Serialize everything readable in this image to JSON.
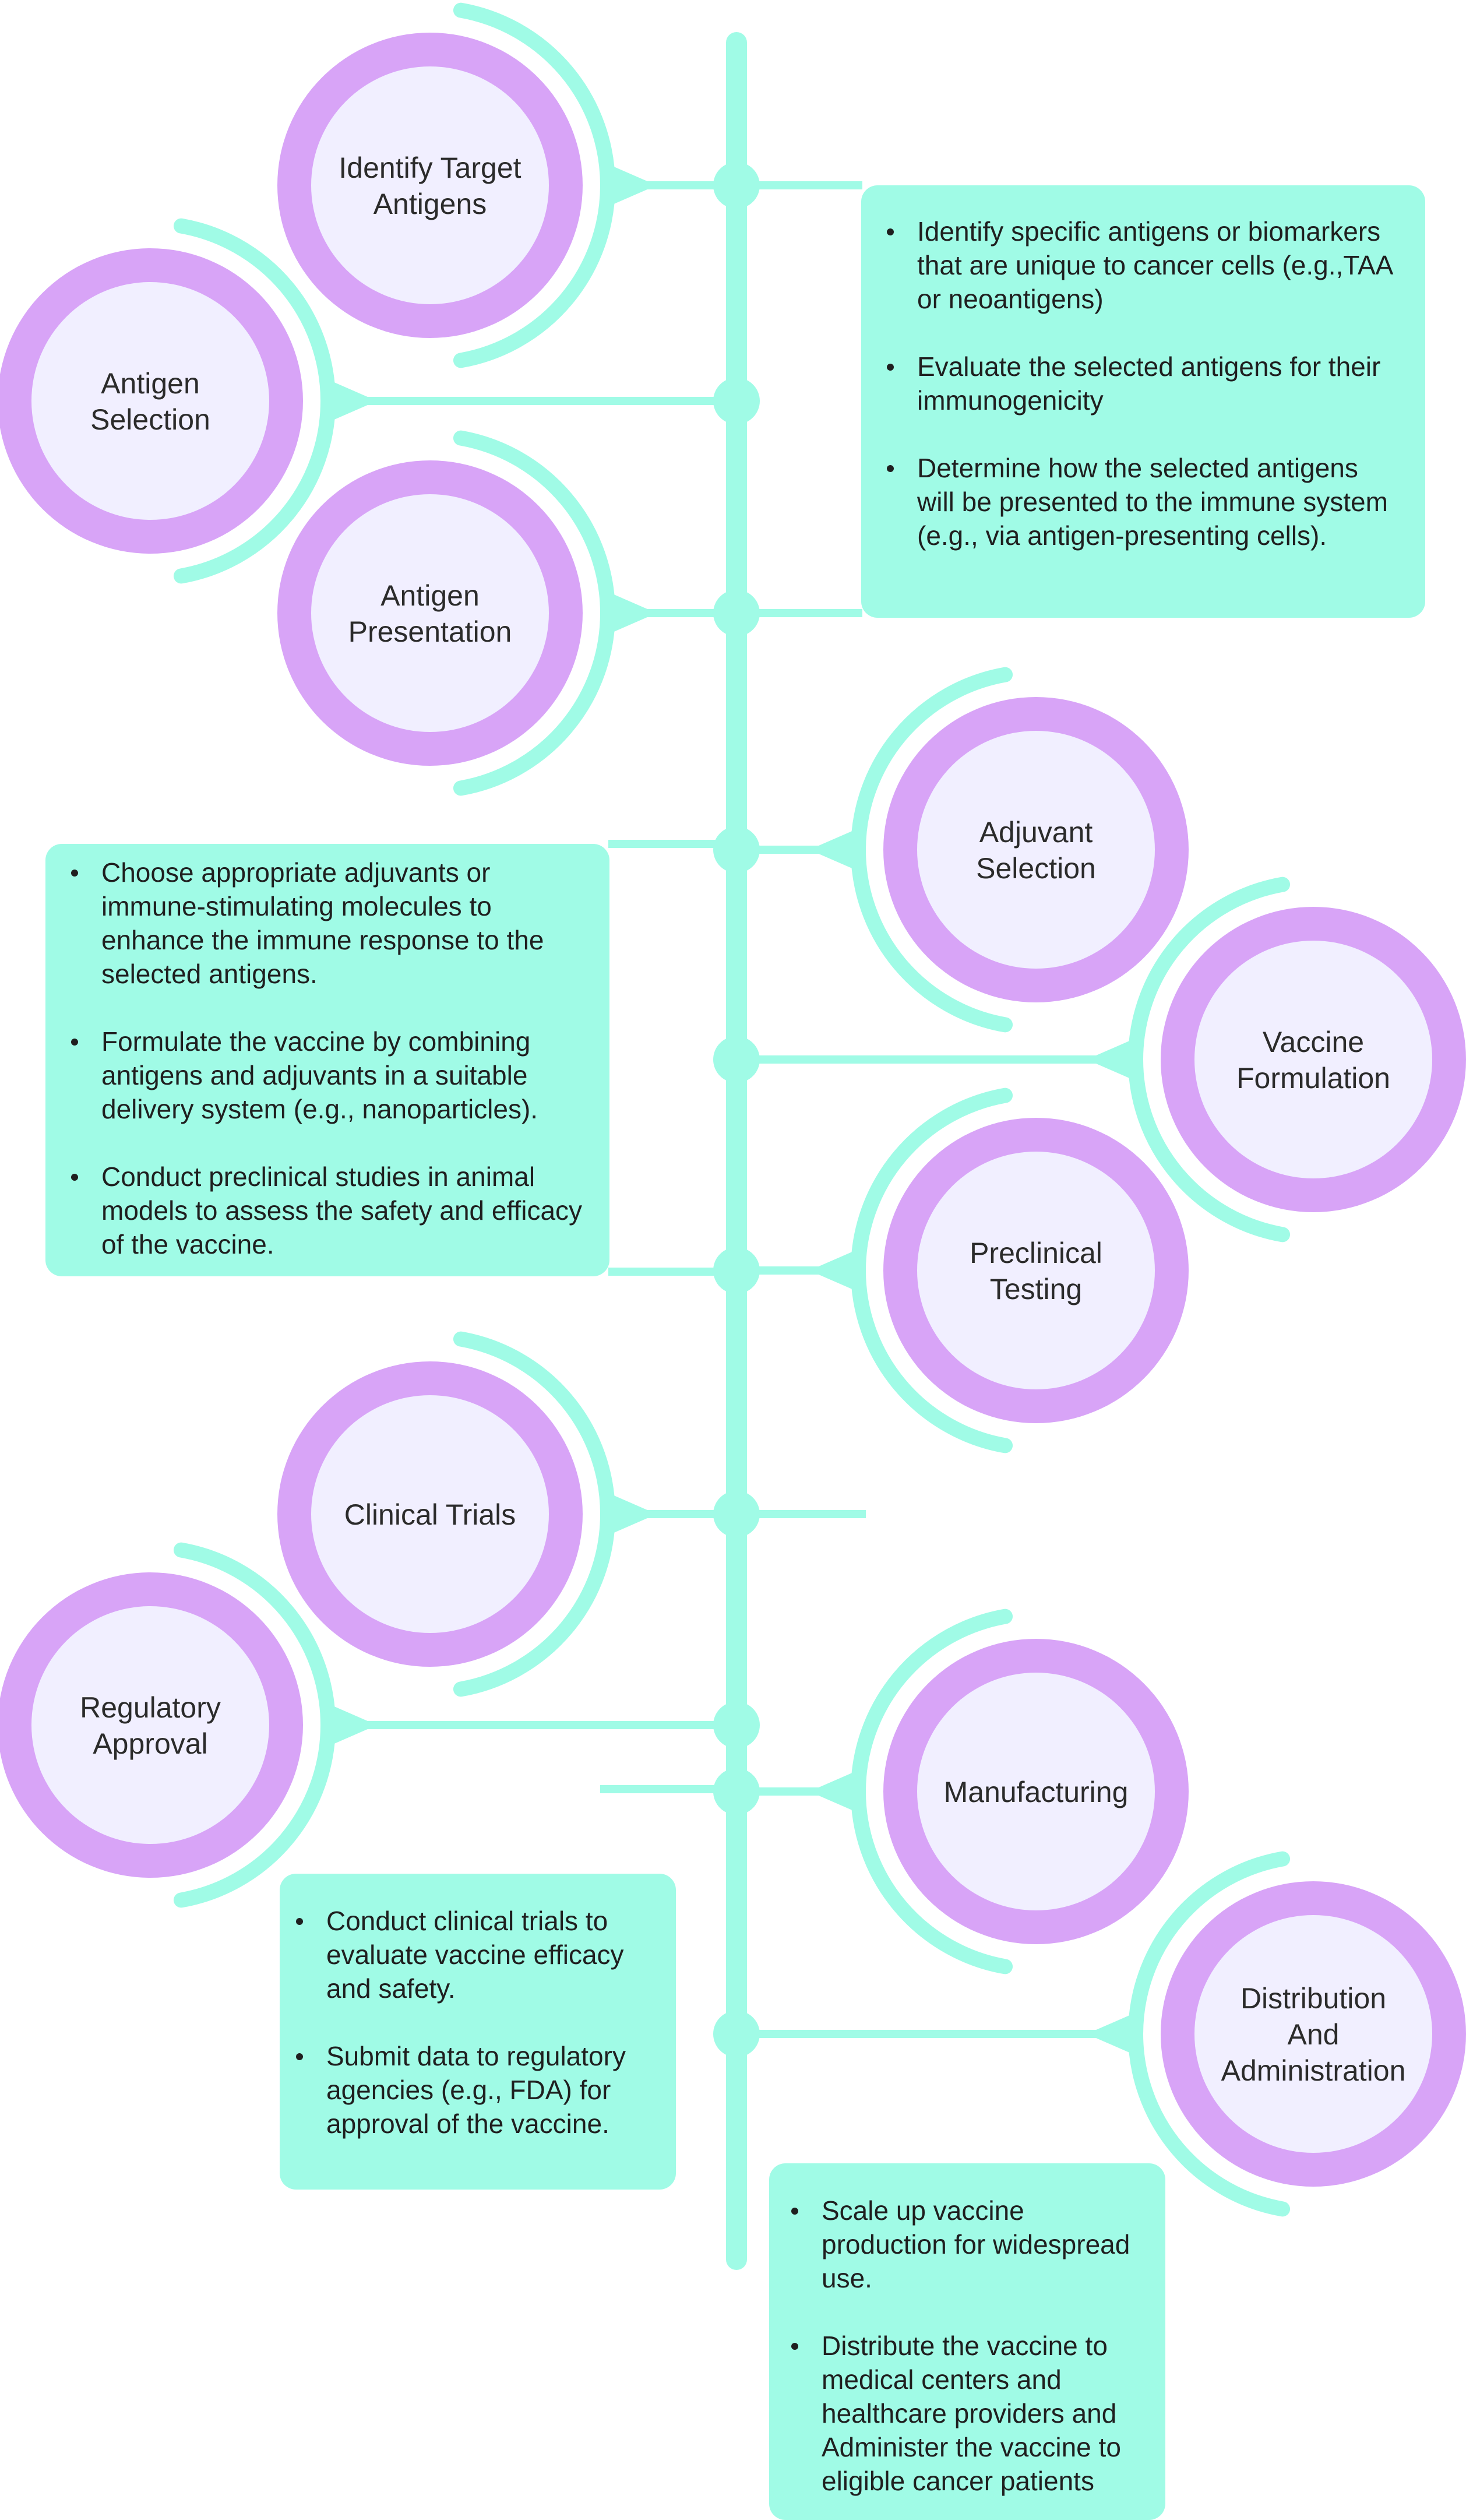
{
  "colors": {
    "spine": "#a0fbe6",
    "ring_outer": "#d8a4f7",
    "ring_inner": "#f1efff",
    "text": "#2b2b2b"
  },
  "steps": [
    {
      "id": "identify-target-antigens",
      "label": [
        "Identify Target",
        "Antigens"
      ]
    },
    {
      "id": "antigen-selection",
      "label": [
        "Antigen",
        "Selection"
      ]
    },
    {
      "id": "antigen-presentation",
      "label": [
        "Antigen",
        "Presentation"
      ]
    },
    {
      "id": "adjuvant-selection",
      "label": [
        "Adjuvant",
        "Selection"
      ]
    },
    {
      "id": "vaccine-formulation",
      "label": [
        "Vaccine",
        "Formulation"
      ]
    },
    {
      "id": "preclinical-testing",
      "label": [
        "Preclinical",
        "Testing"
      ]
    },
    {
      "id": "clinical-trials",
      "label": [
        "Clinical Trials"
      ]
    },
    {
      "id": "regulatory-approval",
      "label": [
        "Regulatory",
        "Approval"
      ]
    },
    {
      "id": "manufacturing",
      "label": [
        "Manufacturing"
      ]
    },
    {
      "id": "distribution-administration",
      "label": [
        "Distribution",
        "And",
        "Administration"
      ]
    }
  ],
  "boxes": {
    "box1": [
      "Identify specific antigens or biomarkers that are unique to cancer cells (e.g.,TAA or neoantigens)",
      "Evaluate the selected antigens for their immunogenicity",
      "Determine how the selected antigens will be presented to the immune system (e.g., via antigen-presenting cells)."
    ],
    "box2": [
      "Choose appropriate adjuvants or immune-stimulating molecules to enhance the immune response to the selected antigens.",
      "Formulate the vaccine by combining antigens and adjuvants in a suitable delivery system (e.g., nanoparticles).",
      "Conduct preclinical studies in animal models to assess the safety and efficacy of the vaccine."
    ],
    "box3": [
      "Conduct clinical trials to evaluate vaccine efficacy and safety.",
      "Submit data to regulatory agencies (e.g., FDA) for approval of the vaccine."
    ],
    "box4": [
      "Scale up vaccine production for widespread use.",
      "Distribute the vaccine to medical centers and healthcare providers and Administer the vaccine to eligible cancer patients"
    ]
  }
}
